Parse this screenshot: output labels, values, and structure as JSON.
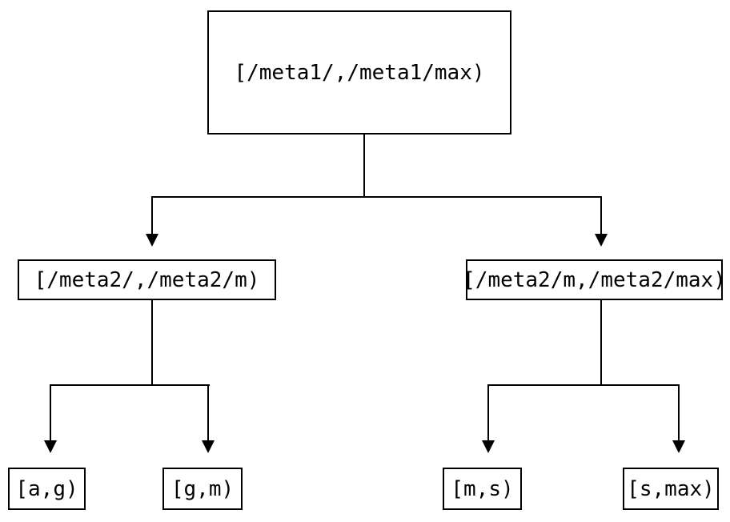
{
  "diagram": {
    "type": "binary-range-partition-tree",
    "colors": {
      "line": "#000000",
      "background": "#ffffff"
    },
    "nodes": {
      "root": {
        "label": "[/meta1/,/meta1/max)"
      },
      "left_child": {
        "label": "[/meta2/,/meta2/m)"
      },
      "right_child": {
        "label": "[/meta2/m,/meta2/max)"
      },
      "leaf_ag": {
        "label": "[a,g)"
      },
      "leaf_gm": {
        "label": "[g,m)"
      },
      "leaf_ms": {
        "label": "[m,s)"
      },
      "leaf_smax": {
        "label": "[s,max)"
      }
    },
    "edges": [
      {
        "from": "root",
        "to": "left_child"
      },
      {
        "from": "root",
        "to": "right_child"
      },
      {
        "from": "left_child",
        "to": "leaf_ag"
      },
      {
        "from": "left_child",
        "to": "leaf_gm"
      },
      {
        "from": "right_child",
        "to": "leaf_ms"
      },
      {
        "from": "right_child",
        "to": "leaf_smax"
      }
    ]
  }
}
